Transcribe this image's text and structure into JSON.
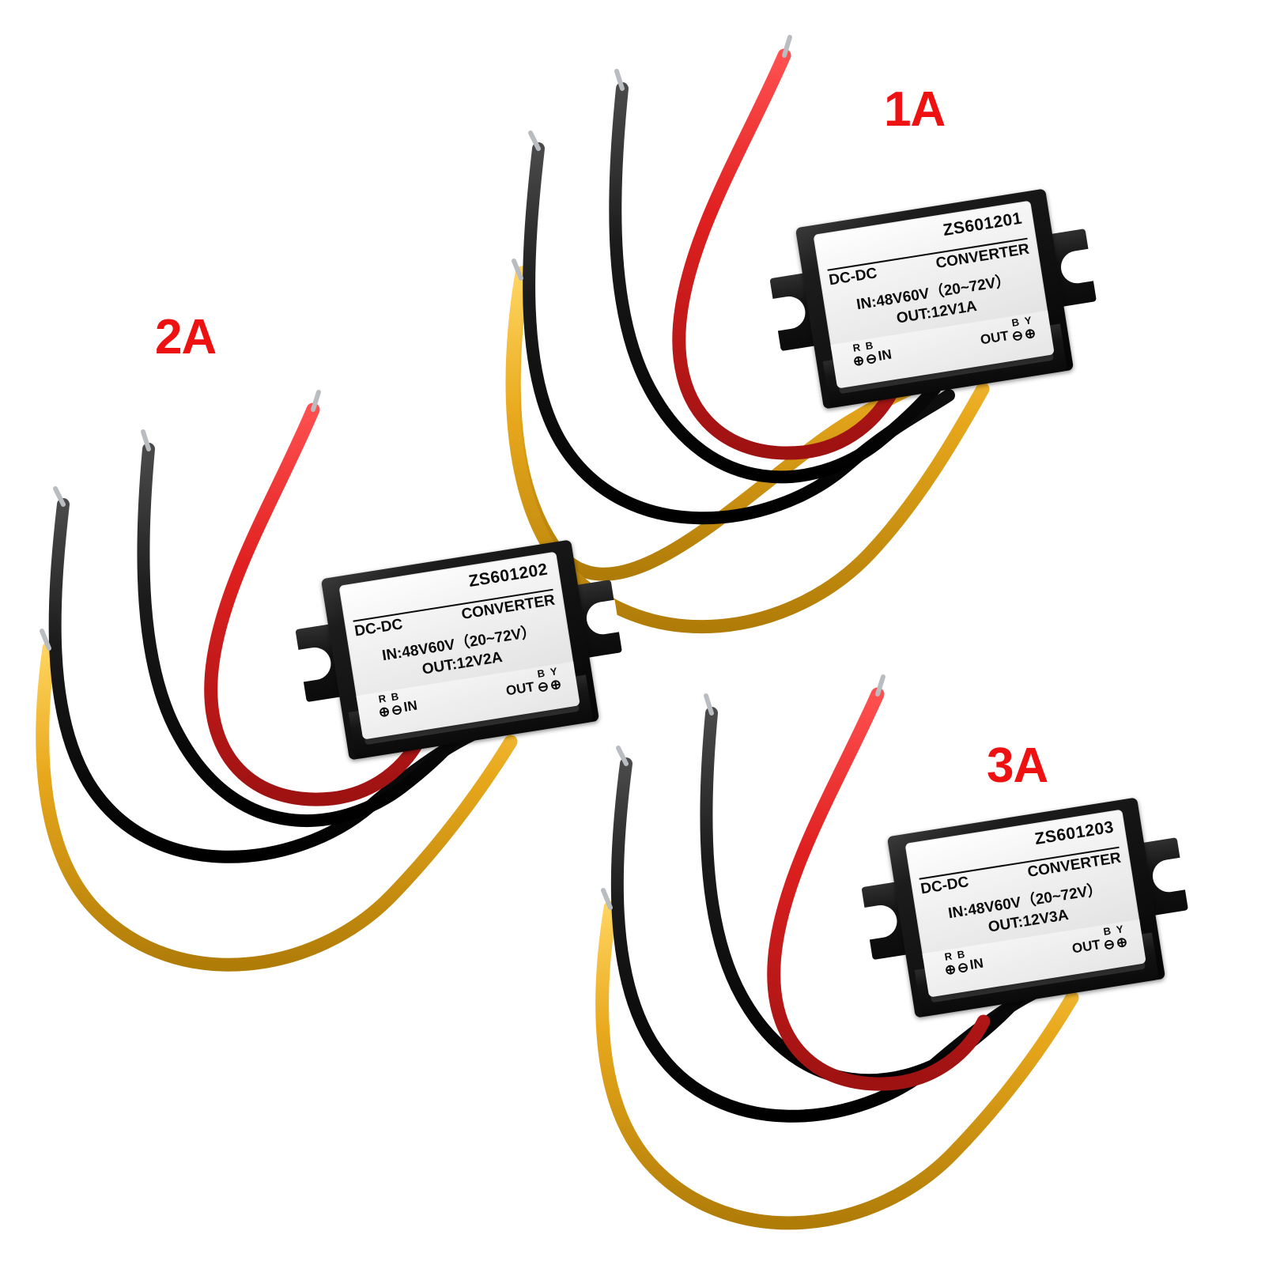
{
  "scene": {
    "background": "#ffffff",
    "description": "Product photo of three DC-DC step-down converter modules with flying leads"
  },
  "colors": {
    "annotation_red": "#EE1111",
    "wire_red": "#E02020",
    "wire_black": "#141414",
    "wire_yellow": "#E8A81C",
    "wire_tip_silver": "#B9BCC0",
    "shell_black": "#111111",
    "label_white": "#F4F4F4",
    "label_text": "#0A0A0A"
  },
  "annotations": [
    {
      "id": "ann-1a",
      "text": "1A"
    },
    {
      "id": "ann-2a",
      "text": "2A"
    },
    {
      "id": "ann-3a",
      "text": "3A"
    }
  ],
  "units": [
    {
      "id": "unit-1a",
      "model": "ZS601201",
      "brand": "DC-DC",
      "type": "CONVERTER",
      "input": "IN:48V60V（20~72V）",
      "output": "OUT:12V1A",
      "terminals": {
        "in_label": "IN",
        "out_label": "OUT",
        "in": [
          {
            "color_code": "R",
            "symbol": "⊕"
          },
          {
            "color_code": "B",
            "symbol": "⊖"
          }
        ],
        "out": [
          {
            "color_code": "B",
            "symbol": "⊖"
          },
          {
            "color_code": "Y",
            "symbol": "⊕"
          }
        ]
      },
      "wires": [
        {
          "name": "input-positive",
          "color": "red"
        },
        {
          "name": "input-negative",
          "color": "black"
        },
        {
          "name": "output-negative",
          "color": "black"
        },
        {
          "name": "output-positive",
          "color": "yellow"
        }
      ]
    },
    {
      "id": "unit-2a",
      "model": "ZS601202",
      "brand": "DC-DC",
      "type": "CONVERTER",
      "input": "IN:48V60V（20~72V）",
      "output": "OUT:12V2A",
      "terminals": {
        "in_label": "IN",
        "out_label": "OUT",
        "in": [
          {
            "color_code": "R",
            "symbol": "⊕"
          },
          {
            "color_code": "B",
            "symbol": "⊖"
          }
        ],
        "out": [
          {
            "color_code": "B",
            "symbol": "⊖"
          },
          {
            "color_code": "Y",
            "symbol": "⊕"
          }
        ]
      },
      "wires": [
        {
          "name": "input-positive",
          "color": "red"
        },
        {
          "name": "input-negative",
          "color": "black"
        },
        {
          "name": "output-negative",
          "color": "black"
        },
        {
          "name": "output-positive",
          "color": "yellow"
        }
      ]
    },
    {
      "id": "unit-3a",
      "model": "ZS601203",
      "brand": "DC-DC",
      "type": "CONVERTER",
      "input": "IN:48V60V（20~72V）",
      "output": "OUT:12V3A",
      "terminals": {
        "in_label": "IN",
        "out_label": "OUT",
        "in": [
          {
            "color_code": "R",
            "symbol": "⊕"
          },
          {
            "color_code": "B",
            "symbol": "⊖"
          }
        ],
        "out": [
          {
            "color_code": "B",
            "symbol": "⊖"
          },
          {
            "color_code": "Y",
            "symbol": "⊕"
          }
        ]
      },
      "wires": [
        {
          "name": "input-positive",
          "color": "red"
        },
        {
          "name": "input-negative",
          "color": "black"
        },
        {
          "name": "output-negative",
          "color": "black"
        },
        {
          "name": "output-positive",
          "color": "yellow"
        }
      ]
    }
  ]
}
